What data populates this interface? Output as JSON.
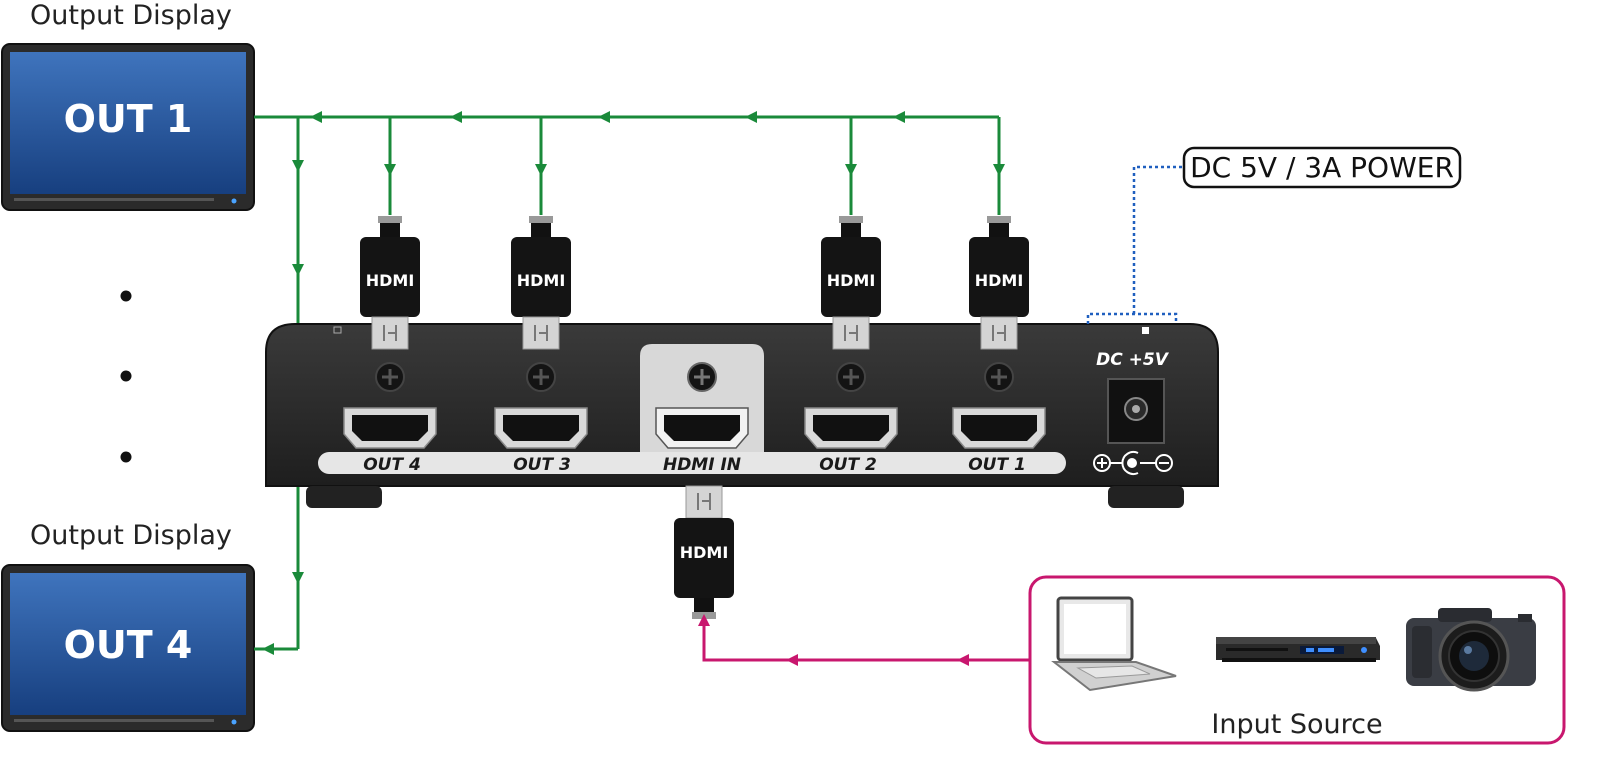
{
  "outputs": {
    "top": {
      "caption": "Output Display",
      "screen": "OUT 1"
    },
    "bottom": {
      "caption": "Output Display",
      "screen": "OUT 4"
    }
  },
  "device": {
    "ports": [
      "OUT 4",
      "OUT 3",
      "HDMI IN",
      "OUT 2",
      "OUT 1"
    ],
    "dc_label": "DC +5V"
  },
  "cable": {
    "label": "HDMI"
  },
  "power": {
    "label": "DC 5V / 3A POWER"
  },
  "input": {
    "label": "Input Source"
  },
  "colors": {
    "output_line": "#1a8a3a",
    "input_line": "#c8176e",
    "power_line": "#1f5fbf",
    "screen_blue": "#1f4f99",
    "device_body": "#2a2a2a"
  }
}
